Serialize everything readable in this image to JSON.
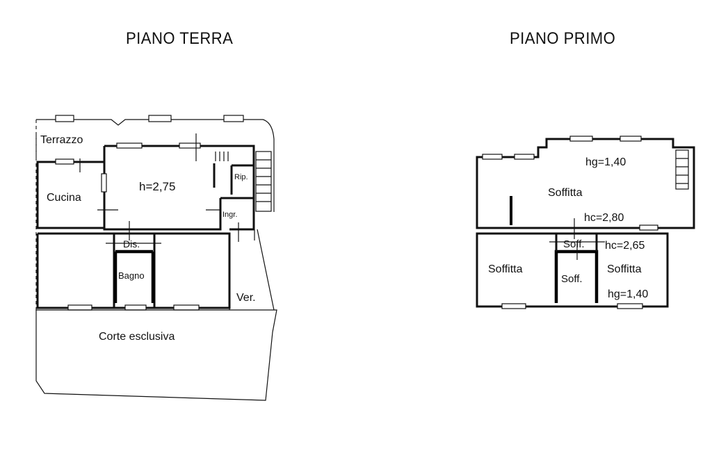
{
  "ground_floor": {
    "title": "PIANO TERRA",
    "rooms": {
      "terrace": "Terrazzo",
      "kitchen": "Cucina",
      "living_height": "h=2,75",
      "storage": "Rip.",
      "entrance": "Ingr.",
      "hallway": "Dis.",
      "bathroom": "Bagno",
      "veranda": "Ver.",
      "courtyard": "Corte esclusiva"
    }
  },
  "first_floor": {
    "title": "PIANO PRIMO",
    "rooms": {
      "gutter_height_top": "hg=1,40",
      "attic_main": "Soffitta",
      "ridge_height_main": "hc=2,80",
      "attic_small_top": "Soff.",
      "ridge_height_right": "hc=2,65",
      "attic_left": "Soffitta",
      "attic_small_center": "Soff.",
      "attic_right": "Soffitta",
      "gutter_height_right": "hg=1,40"
    }
  }
}
